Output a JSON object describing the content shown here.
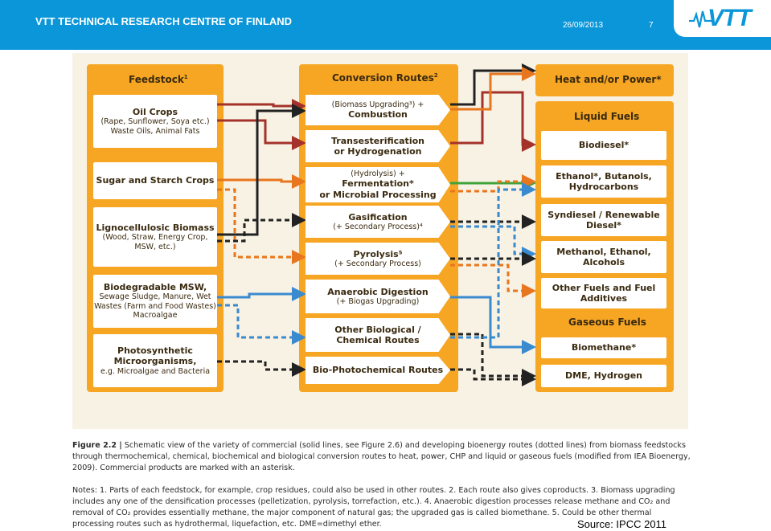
{
  "header": {
    "org": "VTT TECHNICAL RESEARCH CENTRE OF FINLAND",
    "date": "26/09/2013",
    "page": "7",
    "logo": "VTT"
  },
  "diagram": {
    "feedstock": {
      "title": "Feedstock",
      "sup": "1",
      "items": [
        {
          "b": "Oil Crops",
          "n": "(Rape, Sunflower, Soya etc.)\nWaste Oils, Animal Fats"
        },
        {
          "b": "Sugar and Starch Crops",
          "n": ""
        },
        {
          "b": "Lignocellulosic Biomass",
          "n": "(Wood, Straw, Energy Crop,\nMSW, etc.)"
        },
        {
          "b": "Biodegradable MSW,",
          "n": "Sewage Sludge, Manure, Wet\nWastes (Farm and Food Wastes)\nMacroalgae"
        },
        {
          "b": "Photosynthetic\nMicroorganisms,",
          "n": "e.g. Microalgae and Bacteria"
        }
      ]
    },
    "conversion": {
      "title": "Conversion Routes",
      "sup": "2",
      "items": [
        {
          "pre": "(Biomass Upgrading³) +",
          "b": "Combustion",
          "post": ""
        },
        {
          "pre": "",
          "b": "Transesterification\nor Hydrogenation",
          "post": ""
        },
        {
          "pre": "(Hydrolysis) + ",
          "b": "Fermentation*\nor Microbial Processing",
          "post": ""
        },
        {
          "pre": "",
          "b": "Gasification",
          "post": "(+ Secondary Process)⁴"
        },
        {
          "pre": "",
          "b": "Pyrolysis⁵",
          "post": "(+ Secondary Process)"
        },
        {
          "pre": "",
          "b": "Anaerobic Digestion",
          "post": "(+ Biogas Upgrading)"
        },
        {
          "pre": "",
          "b": "Other Biological /\nChemical Routes",
          "post": ""
        },
        {
          "pre": "",
          "b": "Bio-Photochemical Routes",
          "post": ""
        }
      ]
    },
    "products": {
      "title": "Heat and/or Power*",
      "liquid_title": "Liquid Fuels",
      "liquid_items": [
        "Biodiesel*",
        "Ethanol*, Butanols,\nHydrocarbons",
        "Syndiesel / Renewable\nDiesel*",
        "Methanol, Ethanol,\nAlcohols",
        "Other Fuels and Fuel\nAdditives"
      ],
      "gaseous_title": "Gaseous Fuels",
      "gaseous_items": [
        "Biomethane*",
        "DME, Hydrogen"
      ]
    }
  },
  "caption": {
    "fig_label": "Figure 2.2",
    "fig_text": "Schematic view of the variety of commercial (solid lines, see Figure 2.6) and developing bioenergy routes (dotted lines) from biomass feedstocks through thermochemical, chemical, biochemical and biological conversion routes to heat, power, CHP and liquid or gaseous fuels (modified from IEA Bioenergy, 2009). Commercial products are marked with an asterisk.",
    "notes": "Notes: 1. Parts of each feedstock, for example, crop residues, could also be used in other routes. 2. Each route also gives coproducts. 3. Biomass upgrading includes any one of the densification processes (pelletization, pyrolysis, torrefaction, etc.). 4. Anaerobic digestion processes release methane and CO₂ and removal of CO₂ provides essentially methane, the major component of natural gas; the upgraded gas is called biomethane. 5. Could be other thermal processing routes such as hydrothermal, liquefaction, etc. DME=dimethyl ether."
  },
  "source": "Source: IPCC 2011",
  "colors": {
    "header": "#0a96d8",
    "column": "#f6a623",
    "background": "#f7f2e4",
    "red": "#a5322a",
    "orange": "#e8761e",
    "blue": "#3a8ad0",
    "green": "#3fa23a",
    "dark": "#222222"
  }
}
